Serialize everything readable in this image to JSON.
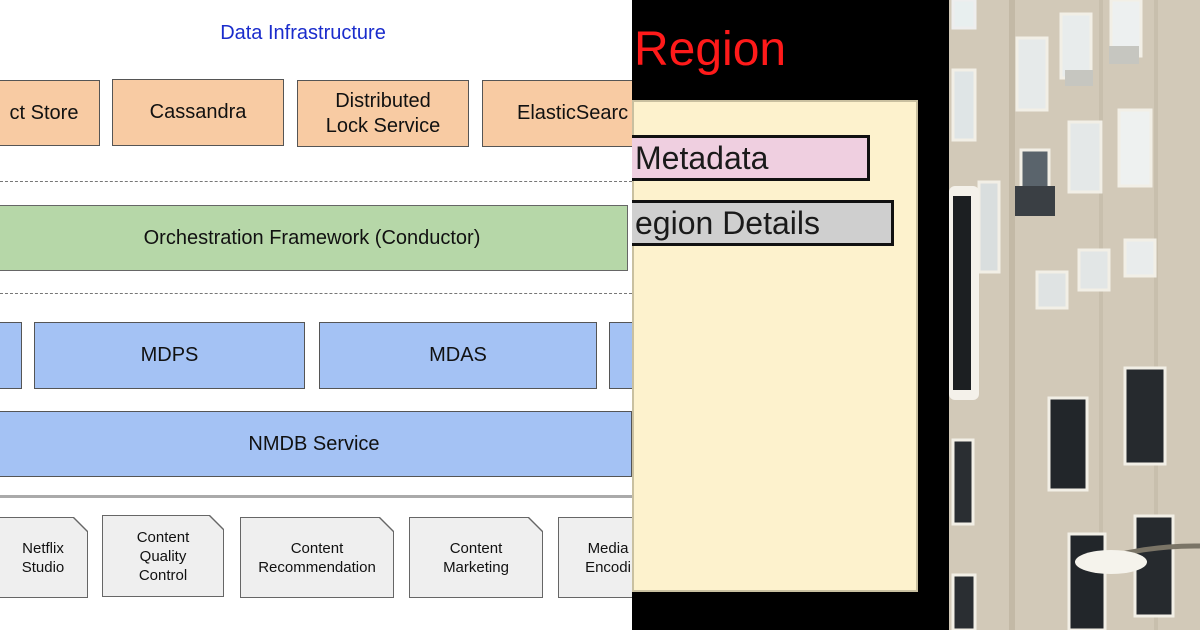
{
  "diagram": {
    "title": "Data Infrastructure",
    "storage": [
      "ct Store",
      "Cassandra",
      "Distributed Lock Service",
      "ElasticSearc"
    ],
    "orchestration": "Orchestration Framework (Conductor)",
    "services": [
      "",
      "MDPS",
      "MDAS",
      ""
    ],
    "nmdb": "NMDB Service",
    "consumers": [
      "Netflix Studio",
      "Content Quality Control",
      "Content Recommendation",
      "Content Marketing",
      "Media Encodi"
    ]
  },
  "region_panel": {
    "title": "Region",
    "items": [
      "Metadata",
      "egion Details"
    ]
  },
  "colors": {
    "storage_fill": "#f8cba3",
    "orchestration_fill": "#b6d7a8",
    "service_fill": "#a4c2f4",
    "consumer_fill": "#efefef",
    "title_blue": "#1a2ccc",
    "region_red": "#ff1a1a",
    "card_fill": "#fdf2cd"
  }
}
